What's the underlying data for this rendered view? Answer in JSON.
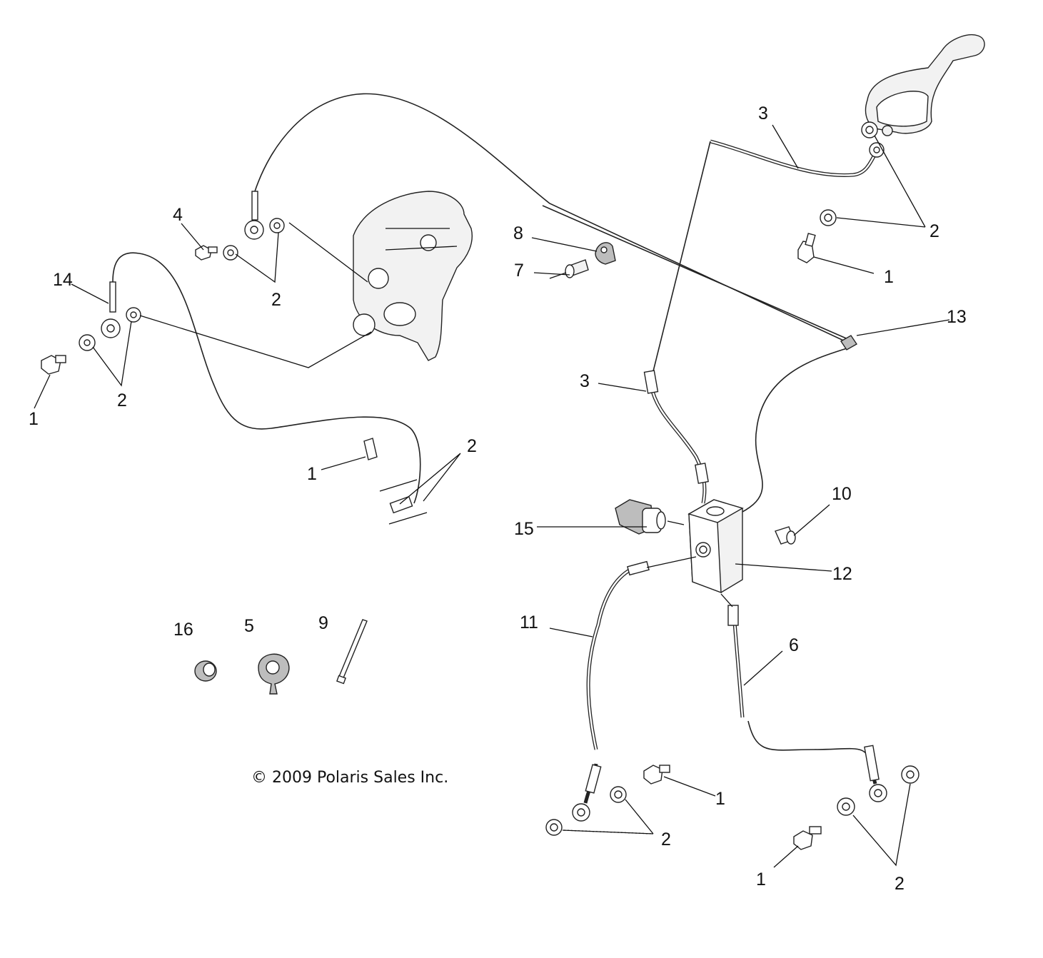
{
  "diagram": {
    "callouts": {
      "c1a": "1",
      "c1b": "1",
      "c1c": "1",
      "c1d": "1",
      "c1e": "1",
      "c2a": "2",
      "c2b": "2",
      "c2c": "2",
      "c2d": "2",
      "c2e": "2",
      "c2f": "2",
      "c3a": "3",
      "c3b": "3",
      "c4": "4",
      "c5": "5",
      "c6": "6",
      "c7": "7",
      "c8": "8",
      "c9": "9",
      "c10": "10",
      "c11": "11",
      "c12": "12",
      "c13": "13",
      "c14": "14",
      "c15": "15",
      "c16": "16"
    },
    "copyright": "© 2009 Polaris Sales Inc."
  }
}
